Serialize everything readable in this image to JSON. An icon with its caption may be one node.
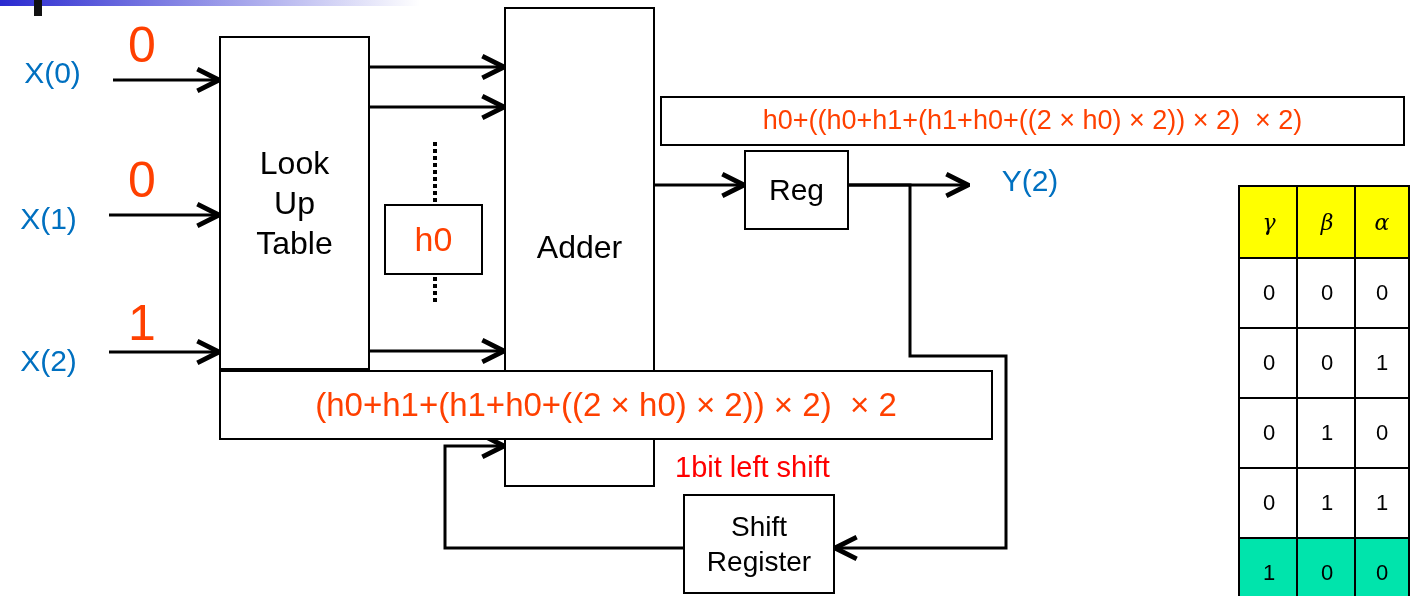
{
  "diagram": {
    "nodes": [
      {
        "text": [
          "X(0)"
        ]
      },
      {
        "text": [
          "X(1)"
        ]
      },
      {
        "text": [
          "X(2)"
        ]
      },
      {
        "text": [
          "Look Up Table"
        ]
      },
      {
        "text": [
          "h0"
        ]
      },
      {
        "text": [
          "Adder"
        ]
      },
      {
        "text": [
          "h0+((h0+h1+(h1+h0+((2 × h0) × 2)) × 2)  × 2)"
        ]
      },
      {
        "text": [
          "Reg"
        ]
      },
      {
        "text": [
          "Y(2)"
        ]
      },
      {
        "text": [
          "(h0+h1+(h1+h0+((2 × h0) × 2)) × 2)  × 2"
        ]
      },
      {
        "text": [
          "Shift Register"
        ]
      }
    ],
    "edges": [
      {
        "from": 0,
        "to": 3,
        "arrow": "to"
      },
      {
        "from": 1,
        "to": 3,
        "arrow": "to"
      },
      {
        "from": 2,
        "to": 3,
        "arrow": "to"
      },
      {
        "from": 3,
        "to": 5,
        "arrow": "to"
      },
      {
        "from": 3,
        "to": 5,
        "arrow": "to"
      },
      {
        "from": 3,
        "to": 5,
        "arrow": "to"
      },
      {
        "from": 5,
        "to": 7,
        "arrow": "to"
      },
      {
        "from": 7,
        "to": 8,
        "arrow": "to"
      },
      {
        "from": 7,
        "to": 10,
        "arrow": "to"
      },
      {
        "from": 10,
        "to": 5,
        "arrow": "to"
      }
    ],
    "labels": [
      "0",
      "0",
      "1",
      "1bit left shift",
      "γ",
      "β",
      "α",
      "0",
      "0",
      "0",
      "0",
      "0",
      "1",
      "0",
      "1",
      "0",
      "0",
      "1",
      "1",
      "1",
      "0",
      "0"
    ]
  }
}
